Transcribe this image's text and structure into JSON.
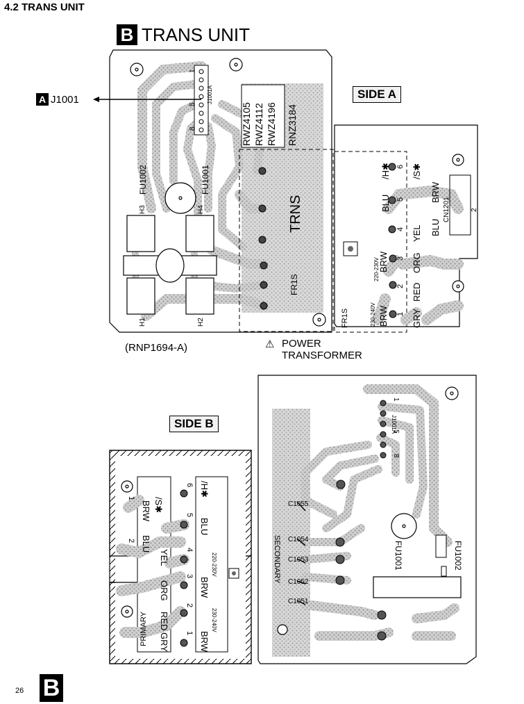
{
  "section_heading": "4.2 TRANS UNIT",
  "title": {
    "badge": "B",
    "text": "TRANS UNIT"
  },
  "connector_ref": {
    "badge": "A",
    "text": "J1001"
  },
  "side_a_label": "SIDE A",
  "side_b_label": "SIDE B",
  "board_code": "(RNP1694-A)",
  "power_transformer": {
    "symbol": "⚠",
    "line1": "POWER",
    "line2": "TRANSFORMER"
  },
  "board_a": {
    "connector": "J1001A",
    "connector_pins": [
      "1",
      "5",
      "8"
    ],
    "fuses": [
      "FU1002",
      "FU1001"
    ],
    "holders": [
      "H1",
      "H2",
      "H3",
      "H4"
    ],
    "part_codes": [
      "RWZ4105",
      "RWZ4112",
      "RWZ4196",
      "RNZ3184"
    ],
    "trans_label": "TRNS",
    "fr_label": "FR1S",
    "voltage_labels": [
      "230-240V",
      "220-230V"
    ],
    "tap_labels": [
      "BRW",
      "BRW",
      "BLU",
      "/H✱",
      "/S✱",
      "BRW",
      "BLU",
      "YEL",
      "ORG",
      "RED",
      "GRY"
    ],
    "pin_numbers": [
      "1",
      "2",
      "3",
      "4",
      "5",
      "6"
    ],
    "cn_label": "CN1201",
    "cn_pin": "2"
  },
  "board_b": {
    "connector": "J1001A",
    "connector_pins": [
      "1",
      "5",
      "8"
    ],
    "capacitors": [
      "C1055",
      "C1054",
      "C1053",
      "C1052",
      "C1051"
    ],
    "secondary_label": "SECONDARY",
    "primary_label": "PRIMARY",
    "fuses": [
      "FU1001",
      "FU1002"
    ],
    "tap_labels": [
      "/S✱",
      "BRW",
      "BLU",
      "YEL",
      "ORG",
      "RED",
      "GRY",
      "/H✱",
      "BLU",
      "BRW",
      "BRW"
    ],
    "voltage_labels": [
      "220-230V",
      "230-240V"
    ],
    "pin_numbers": [
      "6",
      "5",
      "4",
      "3",
      "2",
      "1"
    ],
    "cn_pins": [
      "1",
      "2"
    ]
  },
  "page_number": "26",
  "page_badge": "B"
}
